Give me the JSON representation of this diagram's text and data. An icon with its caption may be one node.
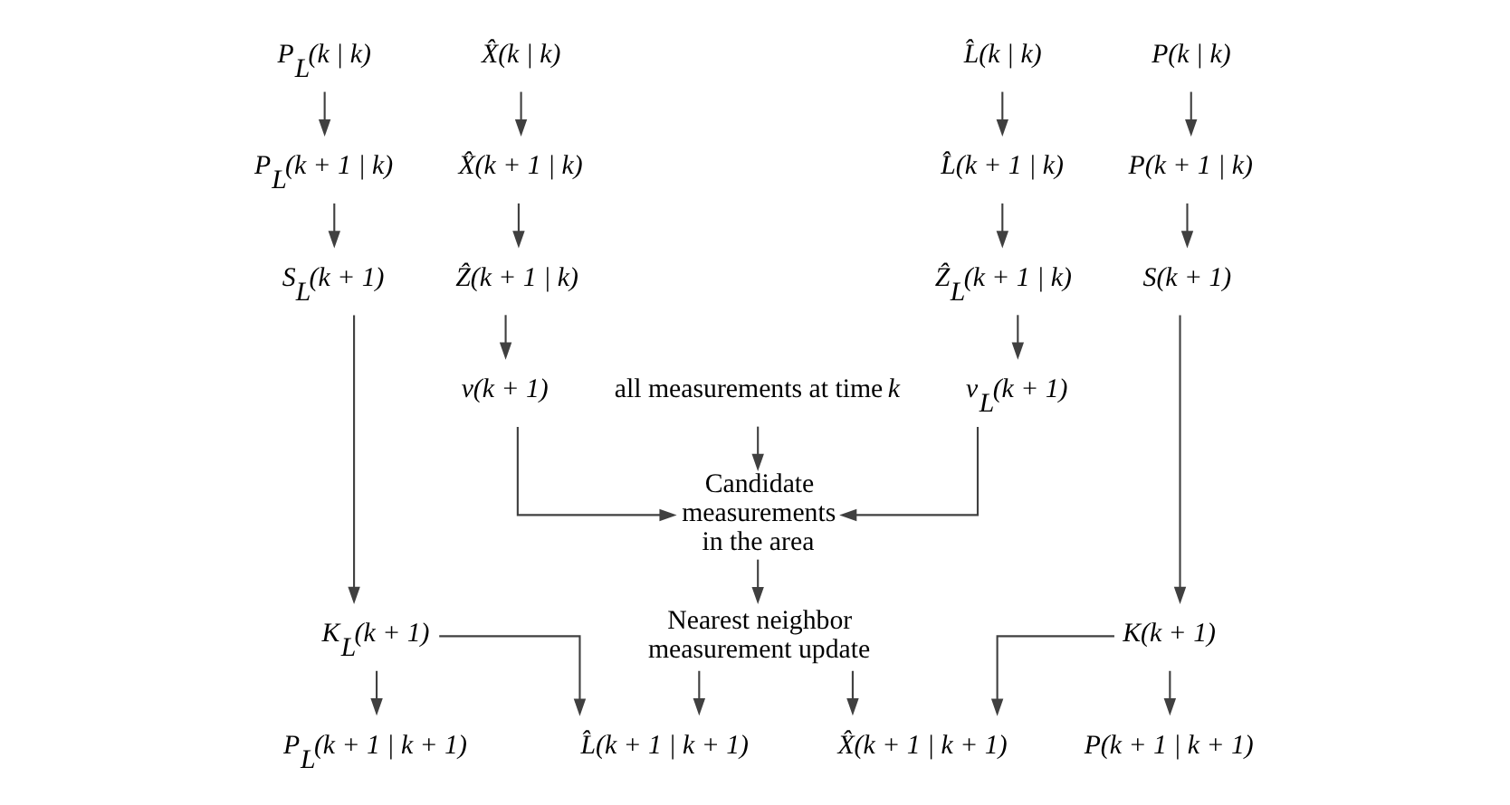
{
  "diagram": {
    "nodes": [
      {
        "text": [
          "P$_{L}$(k | k)"
        ]
      },
      {
        "text": [
          "L̂(k | k)"
        ]
      },
      {
        "text": [
          "X̂(k | k)"
        ]
      },
      {
        "text": [
          "P(k | k)"
        ]
      },
      {
        "text": [
          "P$_{L}$(k + 1 | k)"
        ]
      },
      {
        "text": [
          "L̂(k + 1 | k)"
        ]
      },
      {
        "text": [
          "X̂(k + 1 | k)"
        ]
      },
      {
        "text": [
          "P(k + 1 | k)"
        ]
      },
      {
        "text": [
          "all measurements at time *k*"
        ]
      },
      {
        "text": [
          "Ẑ$_{L}$(k + 1 | k)"
        ]
      },
      {
        "text": [
          "Ẑ(k + 1 | k)"
        ]
      },
      {
        "text": [
          "S$_{L}$(k + 1)"
        ]
      },
      {
        "text": [
          "v$_{L}$(k + 1)"
        ]
      },
      {
        "text": [
          "Candidate measurements in the area"
        ]
      },
      {
        "text": [
          "v(k + 1)"
        ]
      },
      {
        "text": [
          "S(k + 1)"
        ]
      },
      {
        "text": [
          "K$_{L}$(k + 1)"
        ]
      },
      {
        "text": [
          "K(k + 1)"
        ]
      },
      {
        "text": [
          "Nearest neighbor measurement update"
        ]
      },
      {
        "text": [
          "P$_{L}$(k + 1 | k + 1)"
        ]
      },
      {
        "text": [
          "L̂(k + 1 | k + 1)"
        ]
      },
      {
        "text": [
          "X̂(k + 1 | k + 1)"
        ]
      },
      {
        "text": [
          "P(k + 1 | k + 1)"
        ]
      }
    ],
    "edges": [
      {
        "from": 0,
        "to": 4,
        "arrow": "to"
      },
      {
        "from": 4,
        "to": 11,
        "arrow": "to"
      },
      {
        "from": 11,
        "to": 16,
        "arrow": "to"
      },
      {
        "from": 16,
        "to": 19,
        "arrow": "to"
      },
      {
        "from": 16,
        "to": 20,
        "arrow": "to"
      },
      {
        "from": 1,
        "to": 5,
        "arrow": "to"
      },
      {
        "from": 5,
        "to": 9,
        "arrow": "to"
      },
      {
        "from": 9,
        "to": 12,
        "arrow": "to"
      },
      {
        "from": 12,
        "to": 13,
        "arrow": "to"
      },
      {
        "from": 8,
        "to": 13,
        "arrow": "to"
      },
      {
        "from": 14,
        "to": 13,
        "arrow": "to"
      },
      {
        "from": 2,
        "to": 6,
        "arrow": "to"
      },
      {
        "from": 6,
        "to": 10,
        "arrow": "to"
      },
      {
        "from": 10,
        "to": 14,
        "arrow": "to"
      },
      {
        "from": 3,
        "to": 7,
        "arrow": "to"
      },
      {
        "from": 7,
        "to": 15,
        "arrow": "to"
      },
      {
        "from": 15,
        "to": 17,
        "arrow": "to"
      },
      {
        "from": 17,
        "to": 21,
        "arrow": "to"
      },
      {
        "from": 17,
        "to": 22,
        "arrow": "to"
      },
      {
        "from": 13,
        "to": 18,
        "arrow": "to"
      },
      {
        "from": 18,
        "to": 20,
        "arrow": "to"
      },
      {
        "from": 18,
        "to": 21,
        "arrow": "to"
      }
    ]
  }
}
